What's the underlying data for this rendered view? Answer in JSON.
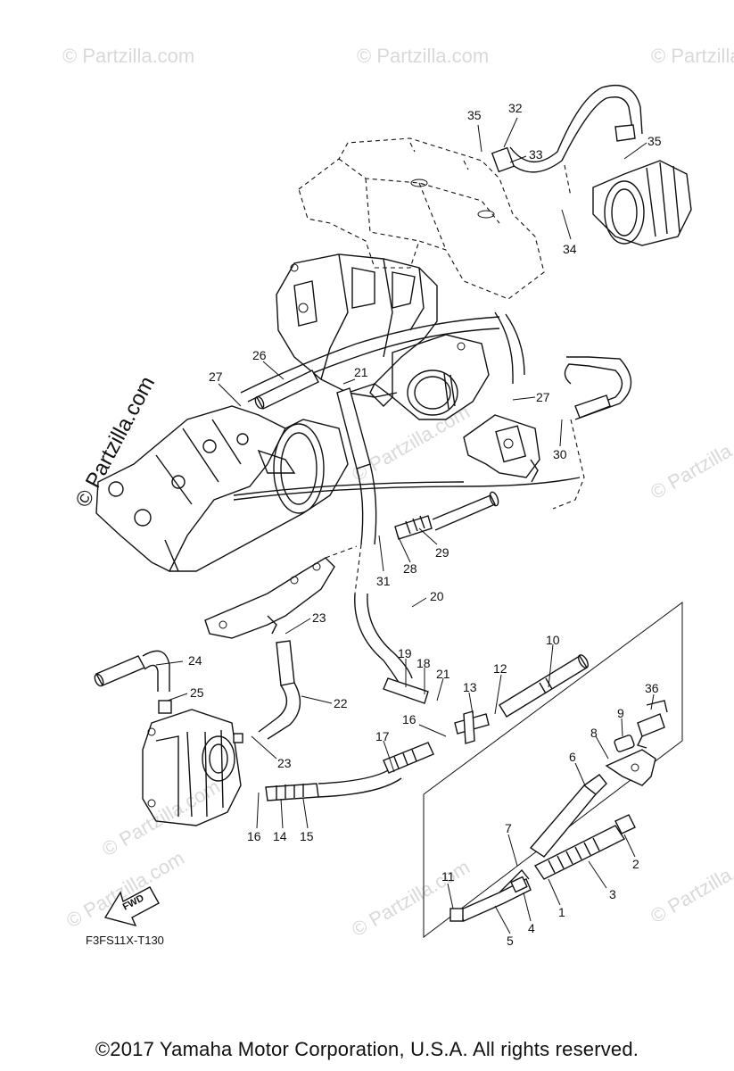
{
  "diagram": {
    "code": "F3FS11X-T130",
    "fwd_label": "FWD",
    "side_watermark": "© Partzilla.com",
    "watermark": "© Partzilla.com",
    "copyright": "©2017  Yamaha Motor Corporation, U.S.A. All rights reserved."
  },
  "callouts": [
    {
      "id": "c1",
      "label": "1"
    },
    {
      "id": "c2",
      "label": "2"
    },
    {
      "id": "c3",
      "label": "3"
    },
    {
      "id": "c4",
      "label": "4"
    },
    {
      "id": "c5",
      "label": "5"
    },
    {
      "id": "c6",
      "label": "6"
    },
    {
      "id": "c7",
      "label": "7"
    },
    {
      "id": "c8",
      "label": "8"
    },
    {
      "id": "c9",
      "label": "9"
    },
    {
      "id": "c10",
      "label": "10"
    },
    {
      "id": "c11",
      "label": "11"
    },
    {
      "id": "c12",
      "label": "12"
    },
    {
      "id": "c13",
      "label": "13"
    },
    {
      "id": "c14",
      "label": "14"
    },
    {
      "id": "c15",
      "label": "15"
    },
    {
      "id": "c16a",
      "label": "16"
    },
    {
      "id": "c16b",
      "label": "16"
    },
    {
      "id": "c17",
      "label": "17"
    },
    {
      "id": "c18",
      "label": "18"
    },
    {
      "id": "c19",
      "label": "19"
    },
    {
      "id": "c20",
      "label": "20"
    },
    {
      "id": "c21a",
      "label": "21"
    },
    {
      "id": "c21b",
      "label": "21"
    },
    {
      "id": "c22",
      "label": "22"
    },
    {
      "id": "c23a",
      "label": "23"
    },
    {
      "id": "c23b",
      "label": "23"
    },
    {
      "id": "c24",
      "label": "24"
    },
    {
      "id": "c25",
      "label": "25"
    },
    {
      "id": "c26",
      "label": "26"
    },
    {
      "id": "c27a",
      "label": "27"
    },
    {
      "id": "c27b",
      "label": "27"
    },
    {
      "id": "c28",
      "label": "28"
    },
    {
      "id": "c29",
      "label": "29"
    },
    {
      "id": "c30",
      "label": "30"
    },
    {
      "id": "c31",
      "label": "31"
    },
    {
      "id": "c32",
      "label": "32"
    },
    {
      "id": "c33",
      "label": "33"
    },
    {
      "id": "c34",
      "label": "34"
    },
    {
      "id": "c35a",
      "label": "35"
    },
    {
      "id": "c35b",
      "label": "35"
    },
    {
      "id": "c36",
      "label": "36"
    }
  ]
}
